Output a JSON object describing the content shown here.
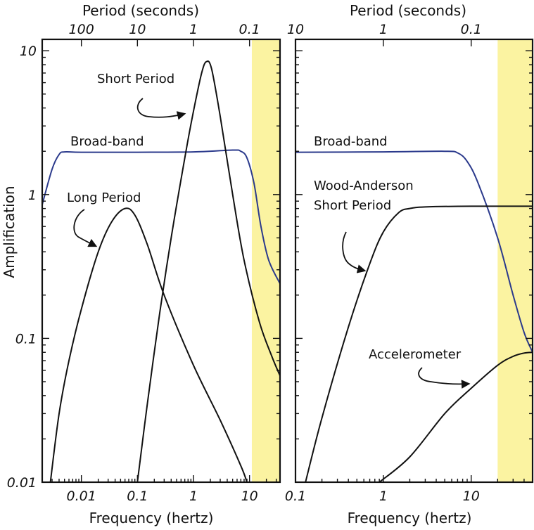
{
  "colors": {
    "band": "#fbf3a1",
    "broadband": "#2b3a8c",
    "black": "#111111"
  },
  "chart_data": [
    {
      "type": "line",
      "xscale": "log",
      "yscale": "log",
      "xlim": [
        0.002,
        35
      ],
      "ylim": [
        0.01,
        12
      ],
      "xlabel": "Frequency (hertz)",
      "ylabel": "Amplification",
      "top_axis_label": "Period (seconds)",
      "x_ticks": [
        {
          "value": 0.01,
          "label": "0.01"
        },
        {
          "value": 0.1,
          "label": "0.1"
        },
        {
          "value": 1,
          "label": "1"
        },
        {
          "value": 10,
          "label": "10"
        }
      ],
      "y_ticks": [
        {
          "value": 0.01,
          "label": "0.01"
        },
        {
          "value": 0.1,
          "label": "0.1"
        },
        {
          "value": 1,
          "label": "1"
        },
        {
          "value": 10,
          "label": "10"
        }
      ],
      "top_ticks": [
        {
          "period": 100,
          "label": "100"
        },
        {
          "period": 10,
          "label": "10"
        },
        {
          "period": 1,
          "label": "1"
        },
        {
          "period": 0.1,
          "label": "0.1"
        }
      ],
      "shaded_band_x": [
        11,
        35
      ],
      "series": [
        {
          "name": "Broad-band",
          "color": "#2b3a8c",
          "points": [
            [
              0.002,
              0.85
            ],
            [
              0.003,
              1.5
            ],
            [
              0.004,
              1.9
            ],
            [
              0.005,
              1.98
            ],
            [
              0.01,
              1.97
            ],
            [
              0.1,
              1.97
            ],
            [
              1,
              1.98
            ],
            [
              5,
              2.04
            ],
            [
              7,
              2.0
            ],
            [
              9,
              1.8
            ],
            [
              12,
              1.2
            ],
            [
              16,
              0.6
            ],
            [
              22,
              0.35
            ],
            [
              35,
              0.24
            ]
          ]
        },
        {
          "name": "Short Period",
          "color": "#111111",
          "points": [
            [
              0.1,
              0.01
            ],
            [
              0.15,
              0.035
            ],
            [
              0.25,
              0.15
            ],
            [
              0.4,
              0.5
            ],
            [
              0.7,
              1.8
            ],
            [
              1,
              3.8
            ],
            [
              1.4,
              7
            ],
            [
              1.7,
              8.4
            ],
            [
              2.1,
              7.5
            ],
            [
              3,
              3.5
            ],
            [
              5,
              1.0
            ],
            [
              8,
              0.35
            ],
            [
              15,
              0.13
            ],
            [
              25,
              0.075
            ],
            [
              35,
              0.055
            ]
          ]
        },
        {
          "name": "Long Period",
          "color": "#111111",
          "points": [
            [
              0.0028,
              0.01
            ],
            [
              0.004,
              0.03
            ],
            [
              0.006,
              0.07
            ],
            [
              0.01,
              0.16
            ],
            [
              0.02,
              0.4
            ],
            [
              0.035,
              0.65
            ],
            [
              0.06,
              0.8
            ],
            [
              0.09,
              0.72
            ],
            [
              0.15,
              0.45
            ],
            [
              0.3,
              0.2
            ],
            [
              1,
              0.065
            ],
            [
              3,
              0.027
            ],
            [
              7,
              0.013
            ],
            [
              9,
              0.01
            ]
          ]
        }
      ]
    },
    {
      "type": "line",
      "xscale": "log",
      "yscale": "log",
      "xlim": [
        0.1,
        50
      ],
      "ylim": [
        0.01,
        12
      ],
      "xlabel": "Frequency (hertz)",
      "top_axis_label": "Period (seconds)",
      "x_ticks": [
        {
          "value": 0.1,
          "label": "0.1"
        },
        {
          "value": 1,
          "label": "1"
        },
        {
          "value": 10,
          "label": "10"
        }
      ],
      "top_ticks": [
        {
          "period": 10,
          "label": "10"
        },
        {
          "period": 1,
          "label": "1"
        },
        {
          "period": 0.1,
          "label": "0.1"
        }
      ],
      "shaded_band_x": [
        20,
        50
      ],
      "series": [
        {
          "name": "Broad-band",
          "color": "#2b3a8c",
          "points": [
            [
              0.1,
              1.97
            ],
            [
              1,
              1.98
            ],
            [
              5,
              2.0
            ],
            [
              7,
              1.95
            ],
            [
              9,
              1.7
            ],
            [
              12,
              1.2
            ],
            [
              20,
              0.5
            ],
            [
              30,
              0.2
            ],
            [
              40,
              0.11
            ],
            [
              50,
              0.08
            ]
          ]
        },
        {
          "name": "Wood-Anderson Short Period",
          "color": "#111111",
          "points": [
            [
              0.13,
              0.01
            ],
            [
              0.2,
              0.028
            ],
            [
              0.4,
              0.12
            ],
            [
              0.7,
              0.33
            ],
            [
              1,
              0.55
            ],
            [
              1.5,
              0.75
            ],
            [
              2,
              0.8
            ],
            [
              3,
              0.82
            ],
            [
              10,
              0.83
            ],
            [
              50,
              0.83
            ]
          ]
        },
        {
          "name": "Accelerometer",
          "color": "#111111",
          "points": [
            [
              0.9,
              0.01
            ],
            [
              2,
              0.015
            ],
            [
              5,
              0.03
            ],
            [
              10,
              0.045
            ],
            [
              20,
              0.065
            ],
            [
              30,
              0.075
            ],
            [
              40,
              0.079
            ],
            [
              50,
              0.08
            ]
          ]
        }
      ]
    }
  ]
}
